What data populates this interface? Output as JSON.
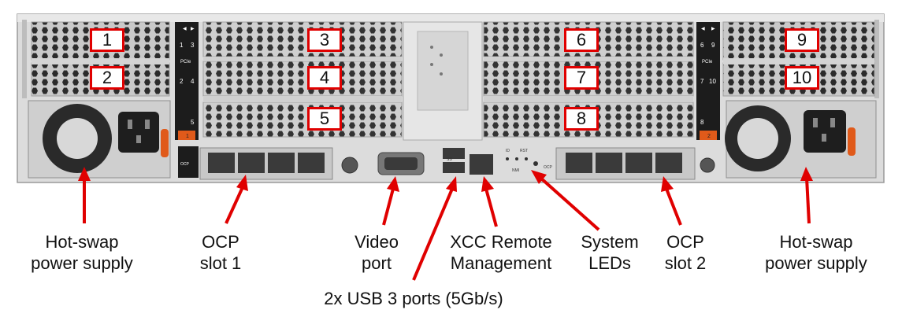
{
  "slots": [
    "1",
    "2",
    "3",
    "4",
    "5",
    "6",
    "7",
    "8",
    "9",
    "10"
  ],
  "riser_left": {
    "top_labels": [
      "1",
      "3"
    ],
    "mid_labels": [
      "2",
      "4"
    ],
    "pcie": "PCIe",
    "bottom": "5",
    "badge": "1"
  },
  "riser_right": {
    "top_labels": [
      "6",
      "9"
    ],
    "mid_labels": [
      "7",
      "10"
    ],
    "pcie": "PCIe",
    "bottom": "8",
    "badge": "2"
  },
  "io_marks": {
    "ocp": "OCP",
    "usb": "SS",
    "id": "ID",
    "rst": "RST",
    "nmi": "NMI",
    "ocp2": "OCP"
  },
  "callouts": {
    "psu_left": [
      "Hot-swap",
      "power supply"
    ],
    "ocp1": [
      "OCP",
      "slot 1"
    ],
    "video": [
      "Video",
      "port"
    ],
    "xcc": [
      "XCC Remote",
      "Management"
    ],
    "leds": [
      "System",
      "LEDs"
    ],
    "ocp2": [
      "OCP",
      "slot 2"
    ],
    "psu_right": [
      "Hot-swap",
      "power supply"
    ],
    "usb": [
      "2x USB 3 ports (5Gb/s)"
    ]
  },
  "colors": {
    "arrow": "#e00000",
    "riser": "#1c1c1c",
    "badge": "#e05a1a",
    "chassis": "#d9d9d9",
    "port": "#3a3a3a"
  }
}
